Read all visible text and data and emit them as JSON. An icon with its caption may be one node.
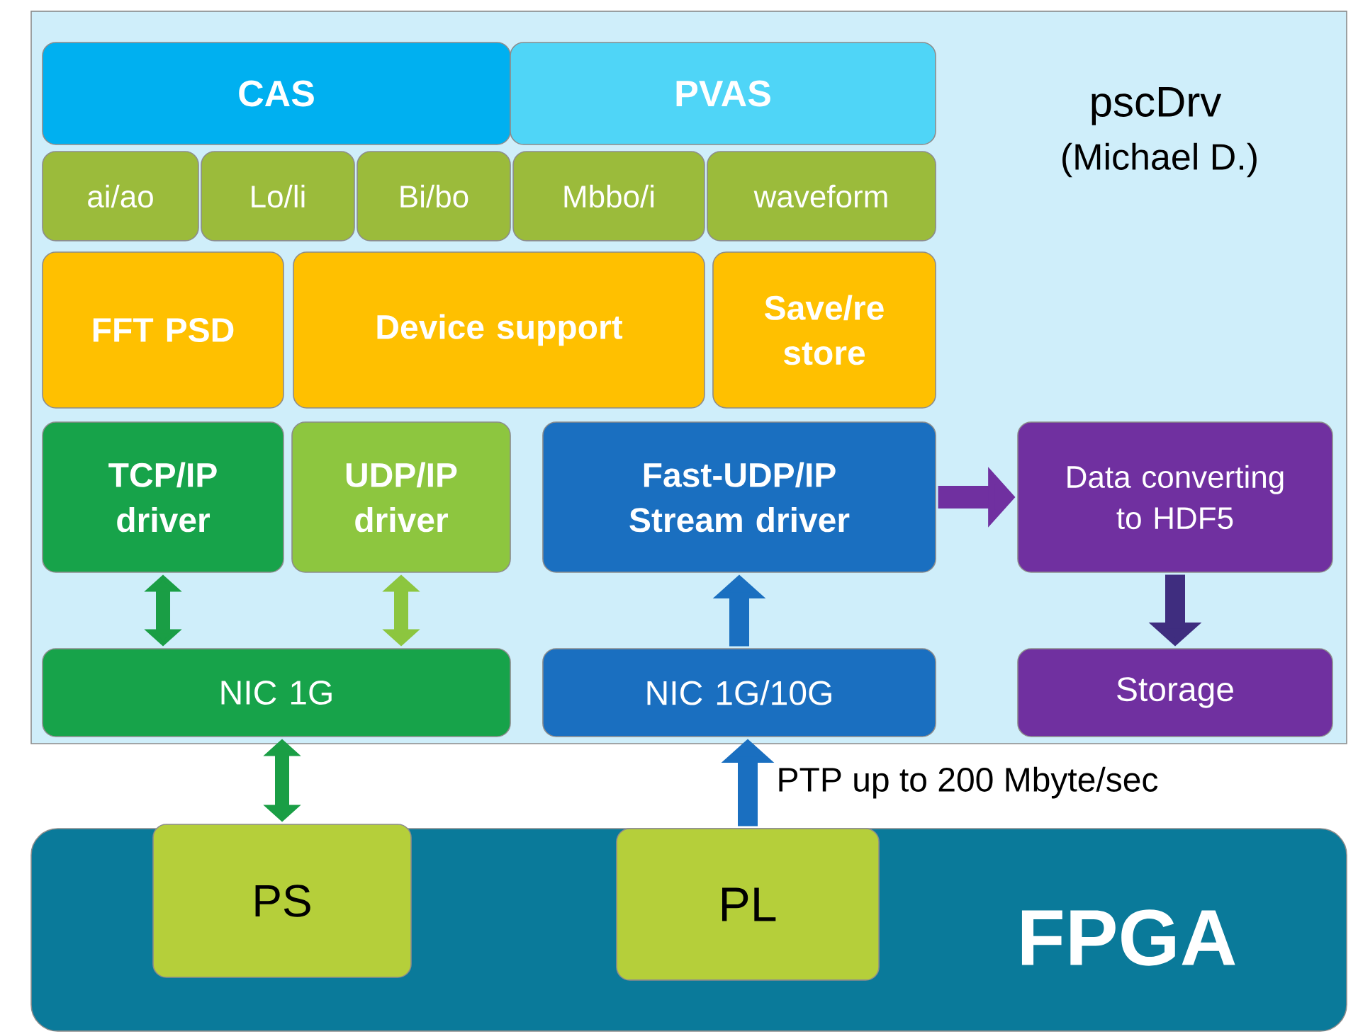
{
  "diagram": {
    "nodes": [
      {
        "text": [
          "pscDrv",
          "(Michael D.)"
        ]
      },
      {
        "text": [
          "CAS"
        ],
        "in": 0
      },
      {
        "text": [
          "PVAS"
        ],
        "in": 0
      },
      {
        "text": [
          "ai/ao"
        ],
        "in": 0
      },
      {
        "text": [
          "Lo/li"
        ],
        "in": 0
      },
      {
        "text": [
          "Bi/bo"
        ],
        "in": 0
      },
      {
        "text": [
          "Mbbo/i"
        ],
        "in": 0
      },
      {
        "text": [
          "waveform"
        ],
        "in": 0
      },
      {
        "text": [
          "FFT PSD"
        ],
        "in": 0
      },
      {
        "text": [
          "Device support"
        ],
        "in": 0
      },
      {
        "text": [
          "Save/re store"
        ],
        "in": 0
      },
      {
        "text": [
          "TCP/IP driver"
        ],
        "in": 0
      },
      {
        "text": [
          "UDP/IP driver"
        ],
        "in": 0
      },
      {
        "text": [
          "Fast-UDP/IP Stream driver"
        ],
        "in": 0
      },
      {
        "text": [
          "Data converting to HDF5"
        ],
        "in": 0
      },
      {
        "text": [
          "NIC 1G"
        ],
        "in": 0
      },
      {
        "text": [
          "NIC 1G/10G"
        ],
        "in": 0
      },
      {
        "text": [
          "Storage"
        ],
        "in": 0
      },
      {
        "text": [
          "FPGA"
        ]
      },
      {
        "text": [
          "PS"
        ],
        "in": 18
      },
      {
        "text": [
          "PL"
        ],
        "in": 18
      }
    ],
    "edges": [
      {
        "from": 11,
        "to": 15,
        "arrow": "both",
        "color": "#1a9e45"
      },
      {
        "from": 12,
        "to": 15,
        "arrow": "both",
        "color": "#8cc63f"
      },
      {
        "from": 16,
        "to": 13,
        "arrow": "to",
        "color": "#1a6fc0"
      },
      {
        "from": 13,
        "to": 14,
        "arrow": "to",
        "color": "#7030a0"
      },
      {
        "from": 14,
        "to": 17,
        "arrow": "to",
        "color": "#3f2d7f"
      },
      {
        "from": 15,
        "to": 19,
        "arrow": "both",
        "color": "#1a9e45"
      },
      {
        "from": 20,
        "to": 16,
        "arrow": "to",
        "color": "#1a6fc0",
        "label": "PTP up to 200 Mbyte/sec"
      }
    ]
  }
}
